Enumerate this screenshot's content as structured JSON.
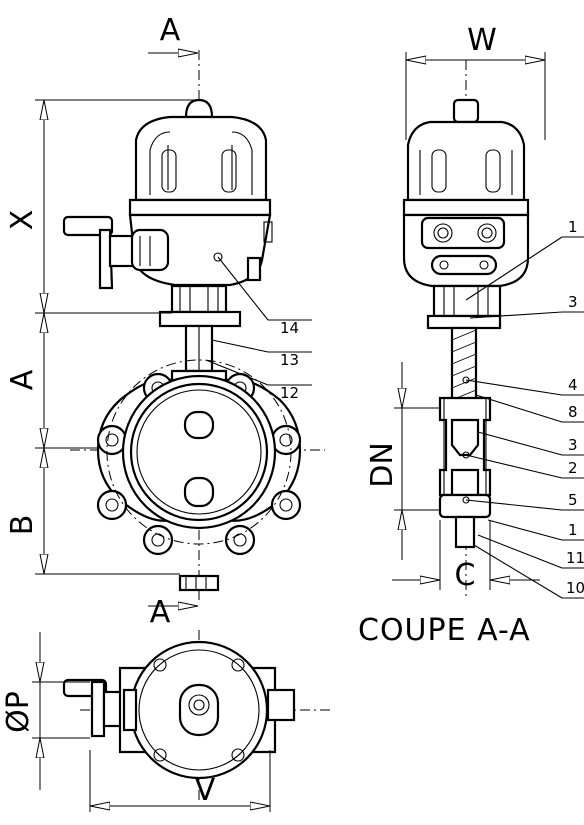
{
  "section_marks": {
    "top": "A",
    "bottom": "A"
  },
  "dimensions": {
    "width": "W",
    "height_actuator": "X",
    "height_top": "A",
    "height_bottom": "B",
    "nominal_diameter": "DN",
    "face_to_face": "C",
    "pcd": "ØP",
    "overall_width": "V"
  },
  "callouts": {
    "left": [
      "14",
      "13",
      "12"
    ],
    "right": [
      "1",
      "3",
      "4",
      "8",
      "3",
      "2",
      "5",
      "1",
      "11",
      "10"
    ]
  },
  "section_title": "COUPE A-A"
}
